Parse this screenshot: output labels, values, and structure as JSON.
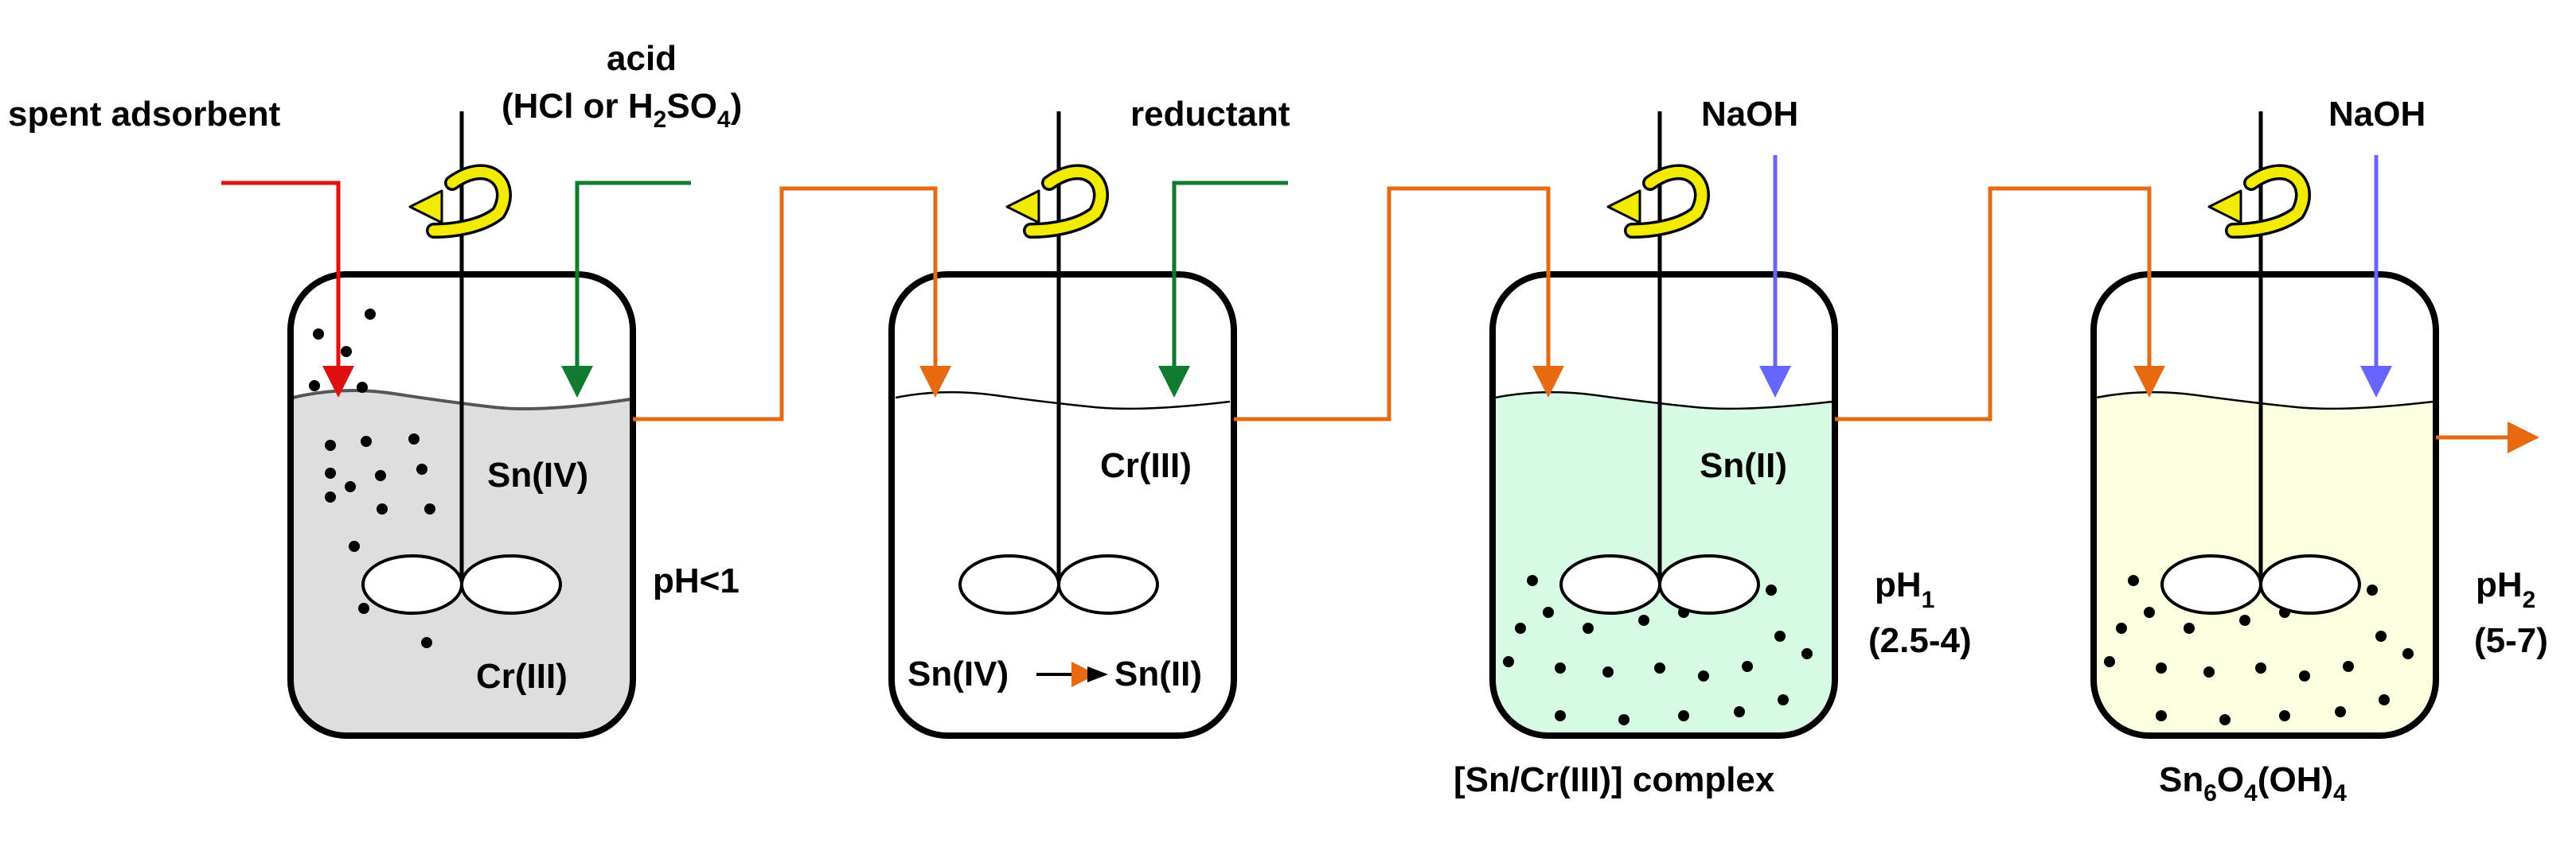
{
  "labels": {
    "spent_adsorbent": "spent adsorbent",
    "acid": "acid",
    "acid_formula": {
      "p1": "(HCl or H",
      "s1": "2",
      "p2": "SO",
      "s2": "4",
      "p3": ")"
    },
    "reductant": "reductant",
    "naoh_3": "NaOH",
    "naoh_4": "NaOH"
  },
  "tanks": [
    {
      "species_top": "Sn(IV)",
      "species_bottom": "Cr(III)",
      "ph": "pH<1"
    },
    {
      "species_top": "Cr(III)",
      "reaction_from": "Sn(IV)",
      "reaction_to": "Sn(II)"
    },
    {
      "species_top": "Sn(II)",
      "ph_main": "pH",
      "ph_sub": "1",
      "ph_range": "(2.5-4)",
      "product": "[Sn/Cr(III)] complex"
    },
    {
      "ph_main": "pH",
      "ph_sub": "2",
      "ph_range": "(5-7)",
      "product": {
        "p1": "Sn",
        "s1": "6",
        "p2": "O",
        "s2": "4",
        "p3": "(OH)",
        "s3": "4"
      }
    }
  ],
  "colors": {
    "spent_adsorbent_arrow": "#e01010",
    "acid_reductant_arrow": "#0f7a30",
    "naoh_arrow": "#6666ff",
    "transfer_line": "#e86a10",
    "stirrer_icon": "#f2ea00",
    "tank1_liquid": "#dedede",
    "tank3_liquid": "#d6fbe4",
    "tank4_liquid": "#fdfde0"
  }
}
